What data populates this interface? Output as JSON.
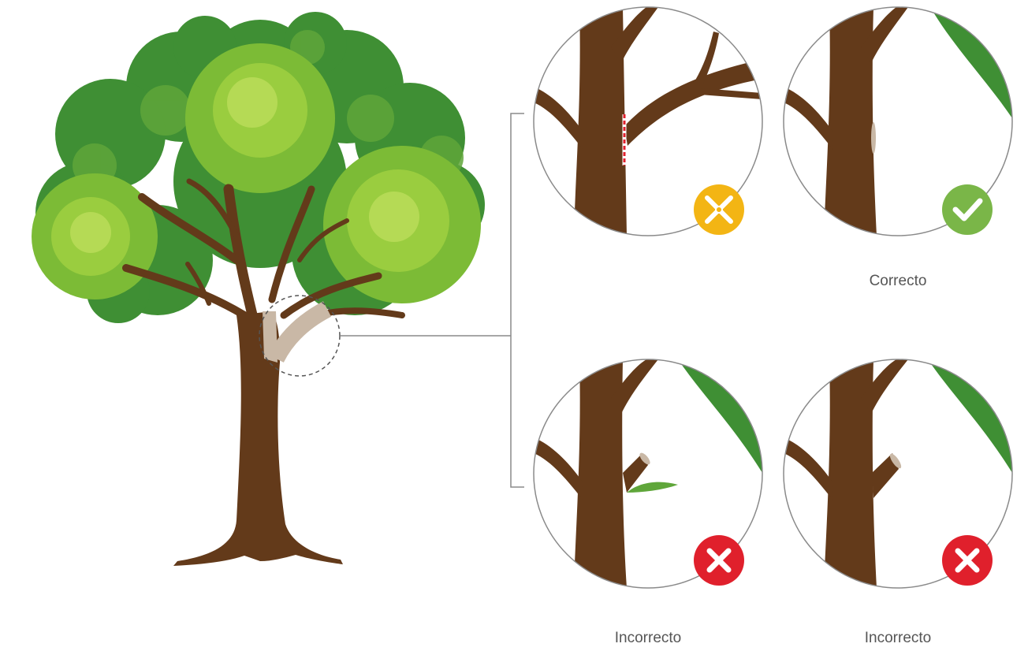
{
  "labels": {
    "correct": "Correcto",
    "incorrect_stub": "Incorrecto",
    "incorrect_flush": "Incorrecto"
  },
  "colors": {
    "trunk": "#633A1A",
    "cut_zone": "#C9B8A6",
    "leaf_dark": "#3F8F34",
    "leaf_mid": "#5FA63A",
    "leaf_light": "#8DC63F",
    "leaf_highlight": "#B5DA55",
    "circle_border": "#8A8A8A",
    "connector": "#8A8A8A",
    "badge_pruning": "#F3B514",
    "badge_correct": "#7AB648",
    "badge_incorrect": "#E0202C",
    "cut_line": "#E0202C"
  },
  "icons": {
    "pruning_badge": "pruning-shears-icon",
    "correct_badge": "checkmark-icon",
    "incorrect_badge": "cross-icon"
  }
}
